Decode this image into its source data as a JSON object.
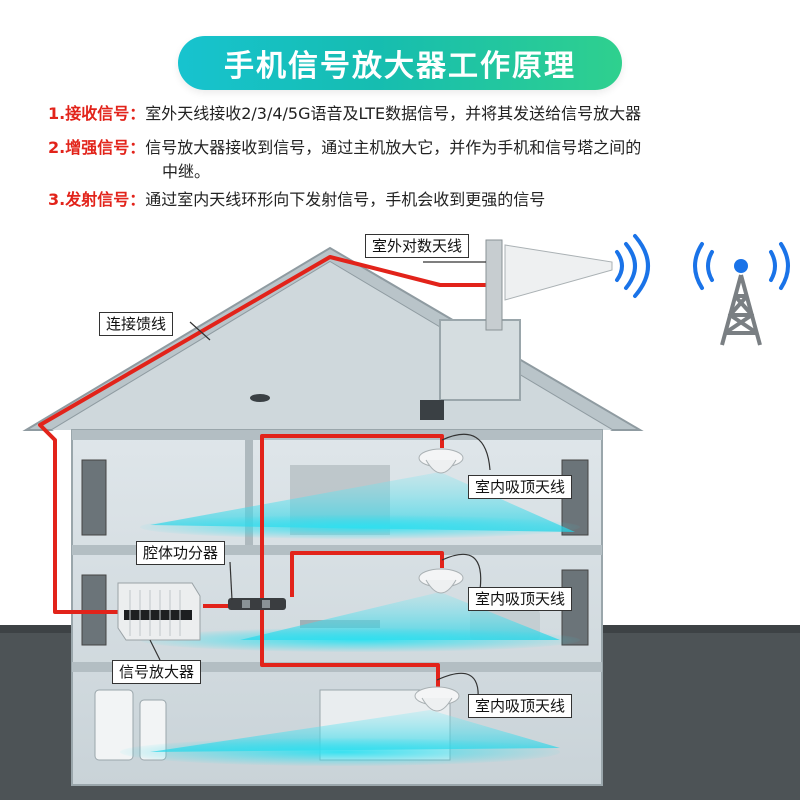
{
  "title": "手机信号放大器工作原理",
  "steps": [
    {
      "label": "1.接收信号：",
      "text": "室外天线接收2/3/4/5G语音及LTE数据信号，并将其发送给信号放大器"
    },
    {
      "label": "2.增强信号：",
      "text": "信号放大器接收到信号，通过主机放大它，并作为手机和信号塔之间的",
      "cont": "中继。"
    },
    {
      "label": "3.发射信号：",
      "text": "通过室内天线环形向下发射信号，手机会收到更强的信号"
    }
  ],
  "callouts": {
    "outdoor_antenna": "室外对数天线",
    "feeder": "连接馈线",
    "cavity_amp": "腔体功分器",
    "booster": "信号放大器",
    "ceiling_antenna_1": "室内吸顶天线",
    "ceiling_antenna_2": "室内吸顶天线",
    "ceiling_antenna_3": "室内吸顶天线"
  },
  "icons": [
    "signal-wave-icon",
    "cell-tower-icon"
  ],
  "colors": {
    "accent_red": "#e2231a",
    "banner_start": "#17c3cf",
    "banner_end": "#2fd08e",
    "signal_blue": "#1a73e8",
    "beam_cyan": "#3fd6e6"
  }
}
